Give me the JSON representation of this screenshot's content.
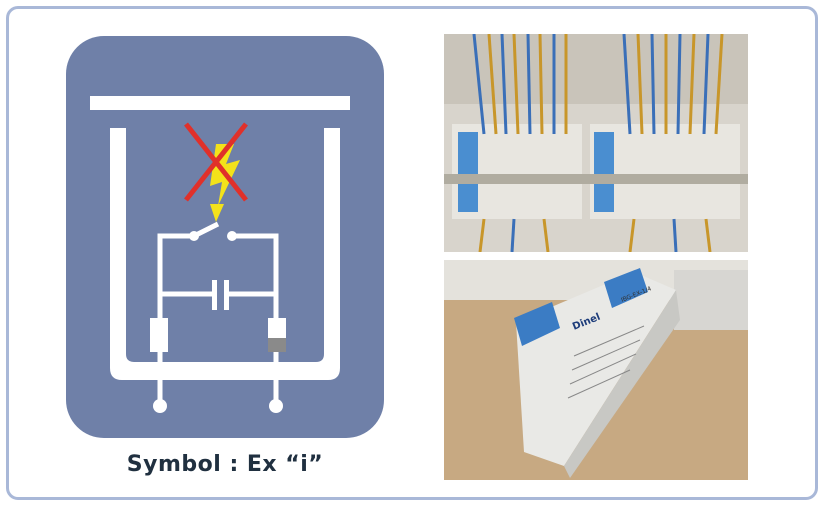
{
  "caption": {
    "text": "Symbol : Ex “i”"
  },
  "symbol": {
    "panel_color": "#6f80a8",
    "line_color": "#ffffff",
    "cross_color": "#e0302a",
    "bolt_color": "#f3e21a",
    "component_gray": "#8a8a8a"
  },
  "photos": {
    "top_icon": "terminal-block-rack-photo",
    "bottom_icon": "safety-barrier-module-photo",
    "module_brand": "Dinel",
    "module_model": "IBG-EX-1/4",
    "module_blue": "#3b7cc4"
  }
}
